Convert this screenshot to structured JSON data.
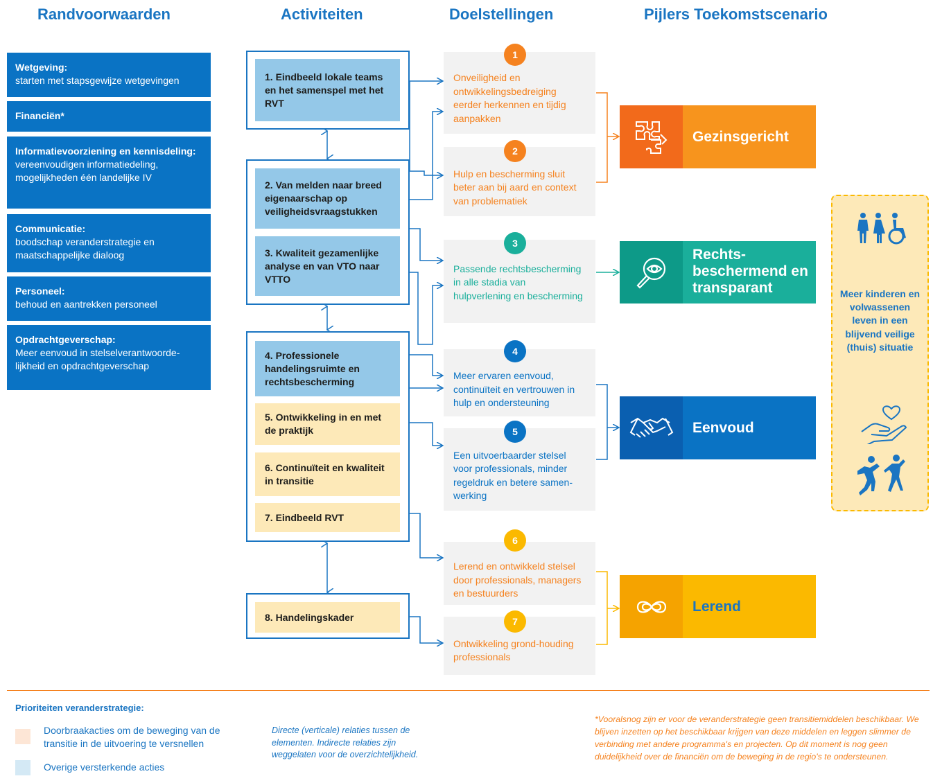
{
  "headers": {
    "randvoorwaarden": "Randvoorwaarden",
    "activiteiten": "Activiteiten",
    "doelstellingen": "Doelstellingen",
    "pijlers": "Pijlers Toekomstscenario"
  },
  "randvoorwaarden": [
    {
      "title": "Wetgeving:",
      "text": "starten met stapsgewijze wetgevingen"
    },
    {
      "title": "Financiën*",
      "text": ""
    },
    {
      "title": "Informatievoorziening en kennisdeling:",
      "text": "vereenvoudigen informatiedeling, mogelijkheden één landelijke IV"
    },
    {
      "title": "Communicatie:",
      "text": "boodschap veranderstrategie en maatschappelijke dialoog"
    },
    {
      "title": "Personeel:",
      "text": "behoud en aantrekken personeel"
    },
    {
      "title": "Opdrachtgeverschap:",
      "text": "Meer eenvoud in stelselverantwoorde-lijkheid en opdrachtgeverschap"
    }
  ],
  "activiteiten": [
    "1. Eindbeeld lokale teams en het samenspel met het RVT",
    "2. Van melden naar breed eigenaarschap op veiligheidsvraagstukken",
    "3. Kwaliteit gezamenlijke analyse en van VTO naar VTTO",
    "4. Professionele handelingsruimte en rechtsbescherming",
    "5. Ontwikkeling in en met de praktijk",
    "6. Continuïteit en kwaliteit in transitie",
    "7. Eindbeeld RVT",
    "8. Handelingskader"
  ],
  "doelstellingen": [
    {
      "num": "1",
      "text": "Onveiligheid en ontwikkelingsbedreiging eerder herkennen en tijdig aanpakken"
    },
    {
      "num": "2",
      "text": "Hulp en bescherming sluit beter aan bij aard en context van problematiek"
    },
    {
      "num": "3",
      "text": "Passende rechtsbescherming in alle stadia van hulpverlening en bescherming"
    },
    {
      "num": "4",
      "text": "Meer ervaren eenvoud, continuïteit en vertrouwen in hulp en ondersteuning"
    },
    {
      "num": "5",
      "text": "Een uitvoerbaarder stelsel voor professionals, minder regeldruk en betere samen-werking"
    },
    {
      "num": "6",
      "text": "Lerend en ontwikkeld stelsel door professionals, managers en bestuurders"
    },
    {
      "num": "7",
      "text": "Ontwikkeling grond-houding professionals"
    }
  ],
  "pijlers": [
    {
      "label": "Gezinsgericht",
      "icon": "puzzle-icon"
    },
    {
      "label": "Rechts-beschermend en transparant",
      "icon": "magnifier-eye-icon"
    },
    {
      "label": "Eenvoud",
      "icon": "handshake-icon"
    },
    {
      "label": "Lerend",
      "icon": "infinity-icon"
    }
  ],
  "outcome": {
    "text": "Meer kinderen en volwassenen leven in een blijvend veilige (thuis) situatie",
    "icons": [
      "people-wheelchair-icon",
      "heart-hand-icon",
      "dancing-people-icon"
    ]
  },
  "legend": {
    "title": "Prioriteiten veranderstrategie:",
    "item1": "Doorbraakacties om de beweging van de transitie in de uitvoering te versnellen",
    "item2": "Overige versterkende acties",
    "note": "Directe (verticale) relaties tussen de elementen. Indirecte relaties zijn weggelaten voor de overzichtelijkheid.",
    "footnote": "*Vooralsnog zijn er voor de veranderstrategie geen transitiemiddelen beschikbaar. We blijven inzetten op het beschikbaar krijgen van deze middelen en leggen slimmer de verbinding met andere programma's en projecten. Op dit moment is nog geen duidelijkheid over de financiën om de beweging in de regio's te ondersteunen."
  },
  "colors": {
    "blue_head": "#1a75c2",
    "randvoorwaarde_bg": "#0a73c4",
    "orange": "#f5821f",
    "teal": "#1aaf9b",
    "blue": "#0a73c4",
    "yellow": "#fbb900",
    "act_blue": "#94c8e8",
    "act_beige": "#fde9b8",
    "goal_bg": "#f2f2f2"
  }
}
